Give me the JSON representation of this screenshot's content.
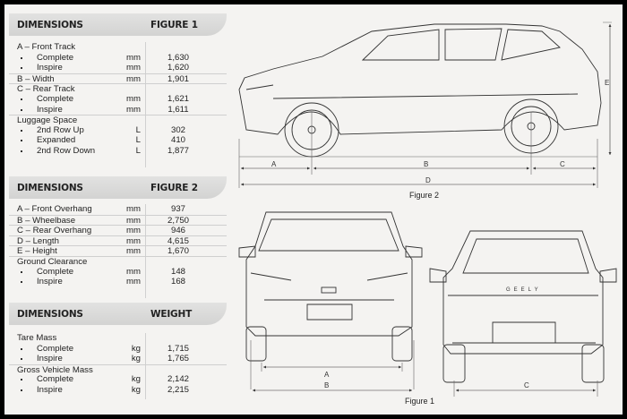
{
  "sections": [
    {
      "title": "DIMENSIONS",
      "subtitle": "FIGURE 1",
      "rows": [
        {
          "label": "A – Front Track",
          "unit": "",
          "value": ""
        },
        {
          "label": "Complete",
          "unit": "mm",
          "value": "1,630",
          "bullet": true
        },
        {
          "label": "Inspire",
          "unit": "mm",
          "value": "1,620",
          "bullet": true
        },
        {
          "label": "B – Width",
          "unit": "mm",
          "value": "1,901",
          "sep": true
        },
        {
          "label": "C – Rear Track",
          "unit": "",
          "value": "",
          "sep": true
        },
        {
          "label": "Complete",
          "unit": "mm",
          "value": "1,621",
          "bullet": true
        },
        {
          "label": "Inspire",
          "unit": "mm",
          "value": "1,611",
          "bullet": true
        },
        {
          "label": "Luggage Space",
          "unit": "",
          "value": "",
          "sep": true
        },
        {
          "label": "2nd Row Up",
          "unit": "L",
          "value": "302",
          "bullet": true
        },
        {
          "label": "Expanded",
          "unit": "L",
          "value": "410",
          "bullet": true
        },
        {
          "label": "2nd Row Down",
          "unit": "L",
          "value": "1,877",
          "bullet": true
        }
      ]
    },
    {
      "title": "DIMENSIONS",
      "subtitle": "FIGURE 2",
      "rows": [
        {
          "label": "A – Front Overhang",
          "unit": "mm",
          "value": "937"
        },
        {
          "label": "B – Wheelbase",
          "unit": "mm",
          "value": "2,750",
          "sep": true
        },
        {
          "label": "C – Rear Overhang",
          "unit": "mm",
          "value": "946",
          "sep": true
        },
        {
          "label": "D – Length",
          "unit": "mm",
          "value": "4,615",
          "sep": true
        },
        {
          "label": "E – Height",
          "unit": "mm",
          "value": "1,670",
          "sep": true
        },
        {
          "label": "Ground Clearance",
          "unit": "",
          "value": "",
          "sep": true
        },
        {
          "label": "Complete",
          "unit": "mm",
          "value": "148",
          "bullet": true
        },
        {
          "label": "Inspire",
          "unit": "mm",
          "value": "168",
          "bullet": true
        }
      ]
    },
    {
      "title": "DIMENSIONS",
      "subtitle": "WEIGHT",
      "rows": [
        {
          "label": "Tare Mass",
          "unit": "",
          "value": ""
        },
        {
          "label": "Complete",
          "unit": "kg",
          "value": "1,715",
          "bullet": true
        },
        {
          "label": "Inspire",
          "unit": "kg",
          "value": "1,765",
          "bullet": true
        },
        {
          "label": "Gross Vehicle Mass",
          "unit": "",
          "value": "",
          "sep": true
        },
        {
          "label": "Complete",
          "unit": "kg",
          "value": "2,142",
          "bullet": true
        },
        {
          "label": "Inspire",
          "unit": "kg",
          "value": "2,215",
          "bullet": true
        }
      ]
    }
  ],
  "figures": {
    "side": {
      "caption": "Figure 2",
      "labels": {
        "a": "A",
        "b": "B",
        "c": "C",
        "d": "D",
        "e": "E"
      }
    },
    "front_rear": {
      "caption": "Figure 1",
      "labels": {
        "a": "A",
        "b": "B",
        "c": "C"
      },
      "badge": "GEELY"
    }
  }
}
